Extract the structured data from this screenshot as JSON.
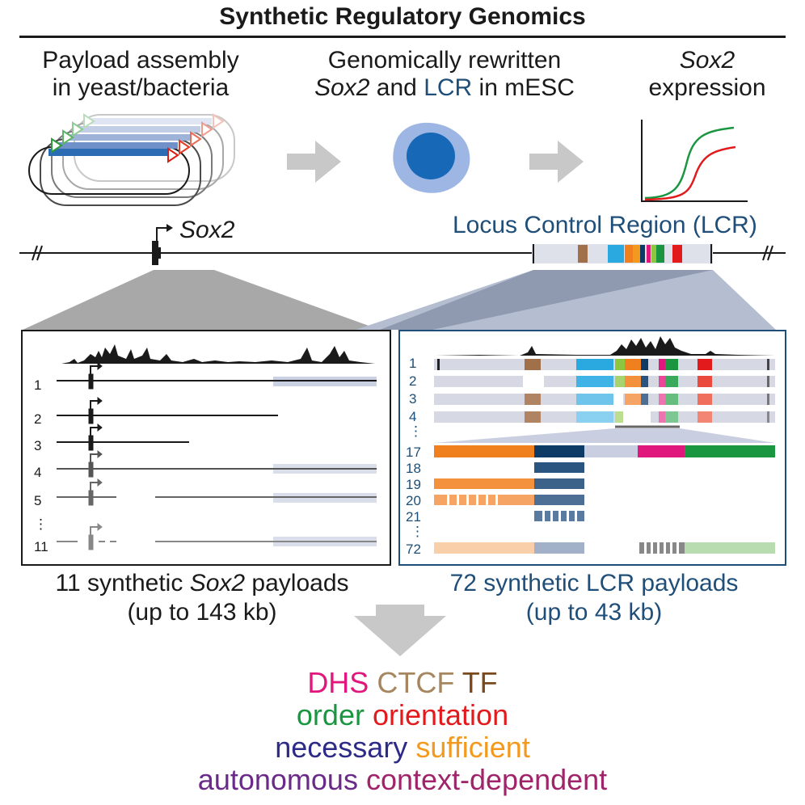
{
  "title": "Synthetic Regulatory Genomics",
  "steps": {
    "step1": {
      "line1": "Payload assembly",
      "line2": "in yeast/bacteria"
    },
    "step2": {
      "line1": "Genomically rewritten",
      "sox2": "Sox2",
      "and": " and ",
      "lcr": "LCR",
      "in_mesc": " in mESC"
    },
    "step3": {
      "sox2": "Sox2",
      "line2": "expression"
    }
  },
  "locus": {
    "gene_label": "Sox2",
    "lcr_label": "Locus Control Region (LCR)"
  },
  "left_panel": {
    "rows": [
      "1",
      "2",
      "3",
      "4",
      "5",
      "⋮",
      "11"
    ],
    "caption_count": "11 synthetic ",
    "caption_gene": "Sox2",
    "caption_rest": " payloads",
    "caption_line2": "(up to 143 kb)"
  },
  "right_panel": {
    "rows_top": [
      "1",
      "2",
      "3",
      "4",
      "⋮"
    ],
    "rows_bottom": [
      "17",
      "18",
      "19",
      "20",
      "21",
      "⋮",
      "72"
    ],
    "caption_line1": "72 synthetic LCR payloads",
    "caption_line2": "(up to 43 kb)"
  },
  "keywords": {
    "line1": [
      {
        "text": "DHS",
        "color": "#e0177c"
      },
      {
        "text": "CTCF",
        "color": "#a6865f"
      },
      {
        "text": "TF",
        "color": "#7a4a1c"
      }
    ],
    "line2": [
      {
        "text": "order",
        "color": "#1a9641"
      },
      {
        "text": "orientation",
        "color": "#e31a1c"
      }
    ],
    "line3": [
      {
        "text": "necessary",
        "color": "#2e2a87"
      },
      {
        "text": "sufficient",
        "color": "#f39a1e"
      }
    ],
    "line4": [
      {
        "text": "autonomous",
        "color": "#6b2a8a"
      },
      {
        "text": "context-dependent",
        "color": "#a0246a"
      }
    ]
  },
  "colors": {
    "lcr_blue": "#1f4e79",
    "element_cyan": "#29a9e0",
    "element_orange": "#f07f1d",
    "element_navy": "#0d3b66",
    "element_magenta": "#e0177c",
    "element_green": "#1a9641",
    "element_red": "#e31a1c",
    "element_brown": "#a0704b"
  }
}
